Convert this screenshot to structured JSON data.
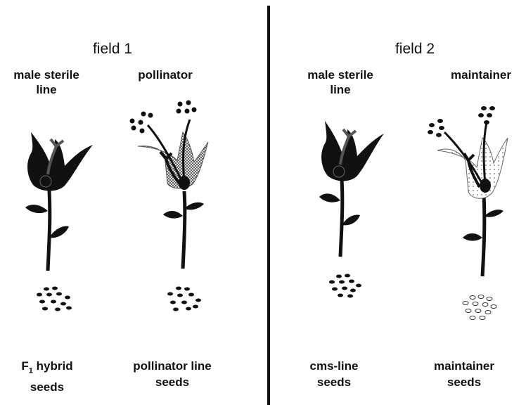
{
  "field1": {
    "title": "field 1",
    "left_label": [
      "male sterile",
      "line"
    ],
    "right_label": "pollinator",
    "left_seeds": {
      "prefix": "F",
      "subscript": "1",
      "rest": " hybrid",
      "line2": "seeds"
    },
    "right_seeds": [
      "pollinator line",
      "seeds"
    ]
  },
  "field2": {
    "title": "field 2",
    "left_label": [
      "male sterile",
      "line"
    ],
    "right_label": "maintainer",
    "left_seeds": [
      "cms-line",
      "seeds"
    ],
    "right_seeds": [
      "maintainer",
      "seeds"
    ]
  },
  "colors": {
    "ink": "#111111",
    "background": "#ffffff"
  }
}
